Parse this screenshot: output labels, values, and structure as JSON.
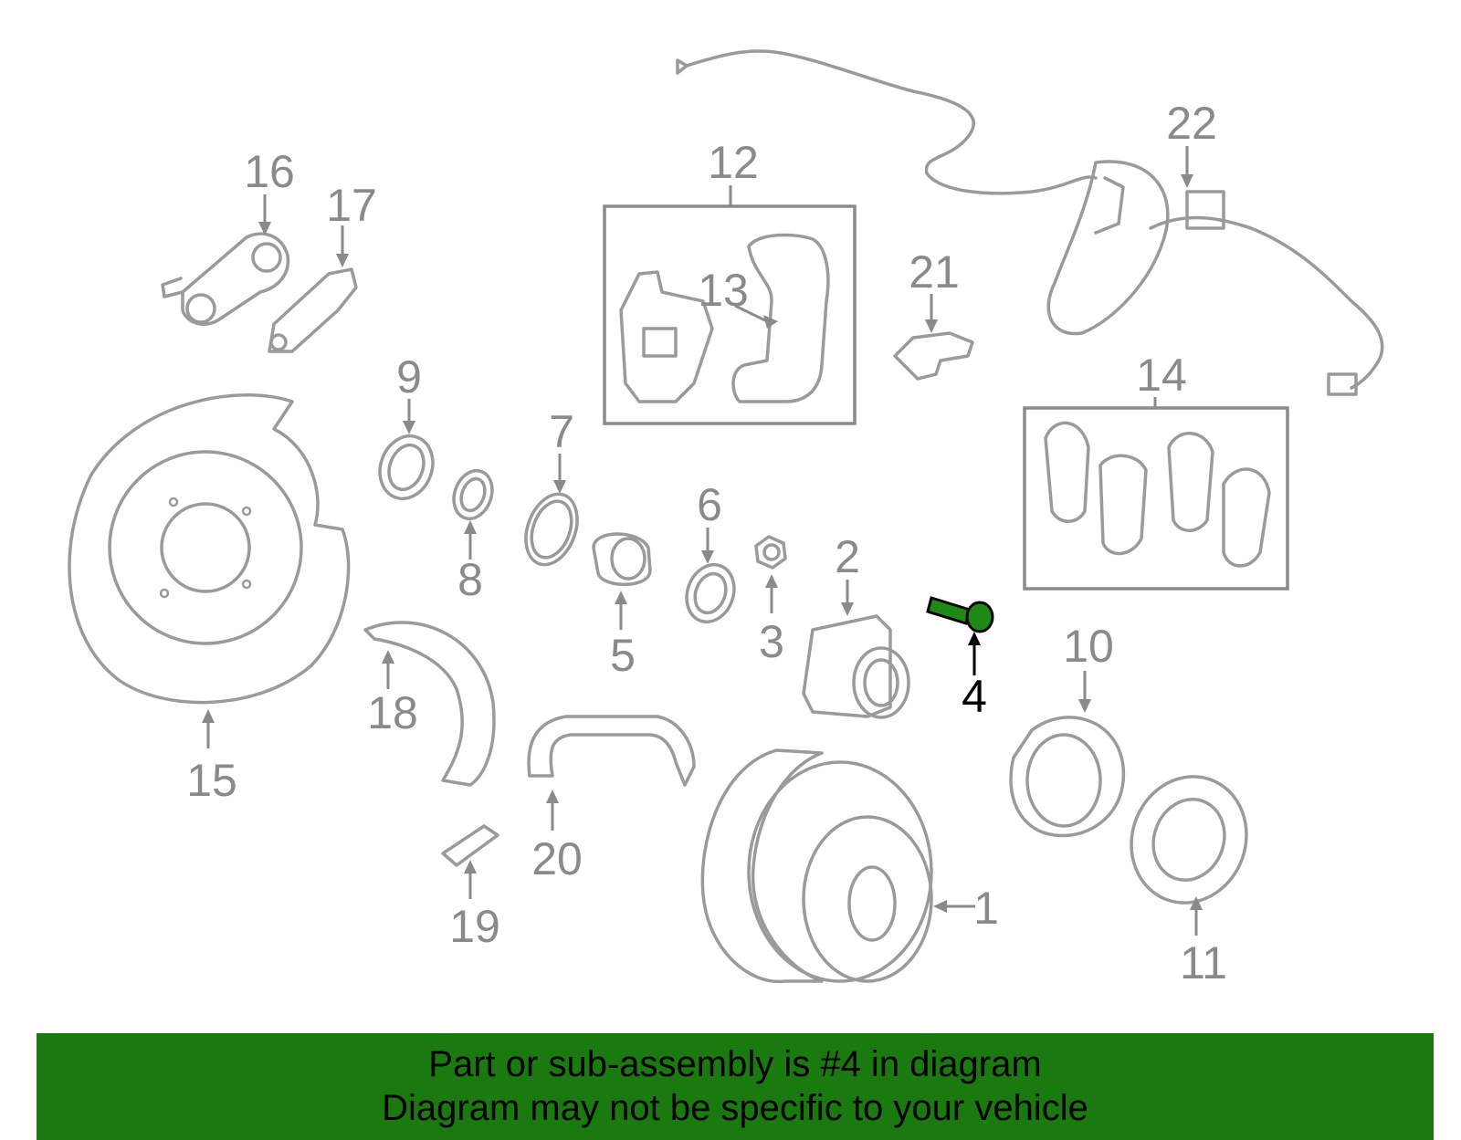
{
  "labels": {
    "p1": "1",
    "p2": "2",
    "p3": "3",
    "p4": "4",
    "p5": "5",
    "p6": "6",
    "p7": "7",
    "p8": "8",
    "p9": "9",
    "p10": "10",
    "p11": "11",
    "p12": "12",
    "p13": "13",
    "p14": "14",
    "p15": "15",
    "p16": "16",
    "p17": "17",
    "p18": "18",
    "p19": "19",
    "p20": "20",
    "p21": "21",
    "p22": "22"
  },
  "highlight": {
    "part": "4",
    "color": "#1f8a14"
  },
  "banner": {
    "line1": "Part or sub-assembly is #4 in diagram",
    "line2": "Diagram may not be specific to your vehicle",
    "color": "#1a7a10"
  }
}
